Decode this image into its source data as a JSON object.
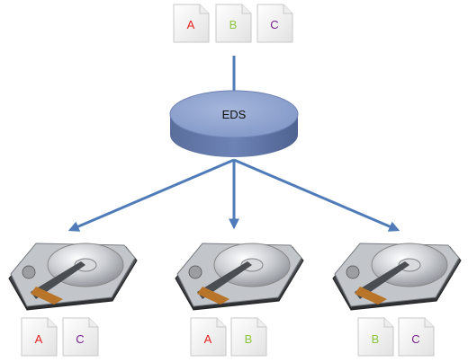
{
  "top_documents": [
    {
      "letter": "A",
      "color": "#e8211f"
    },
    {
      "letter": "B",
      "color": "#8cc63f"
    },
    {
      "letter": "C",
      "color": "#7a1f8f"
    }
  ],
  "central_node": {
    "label": "EDS",
    "color": "#7f96c6"
  },
  "arrow_color": "#4f7bb8",
  "disks": [
    {
      "documents": [
        {
          "letter": "A",
          "color": "#e8211f"
        },
        {
          "letter": "C",
          "color": "#7a1f8f"
        }
      ]
    },
    {
      "documents": [
        {
          "letter": "A",
          "color": "#e8211f"
        },
        {
          "letter": "B",
          "color": "#8cc63f"
        }
      ]
    },
    {
      "documents": [
        {
          "letter": "B",
          "color": "#8cc63f"
        },
        {
          "letter": "C",
          "color": "#7a1f8f"
        }
      ]
    }
  ]
}
